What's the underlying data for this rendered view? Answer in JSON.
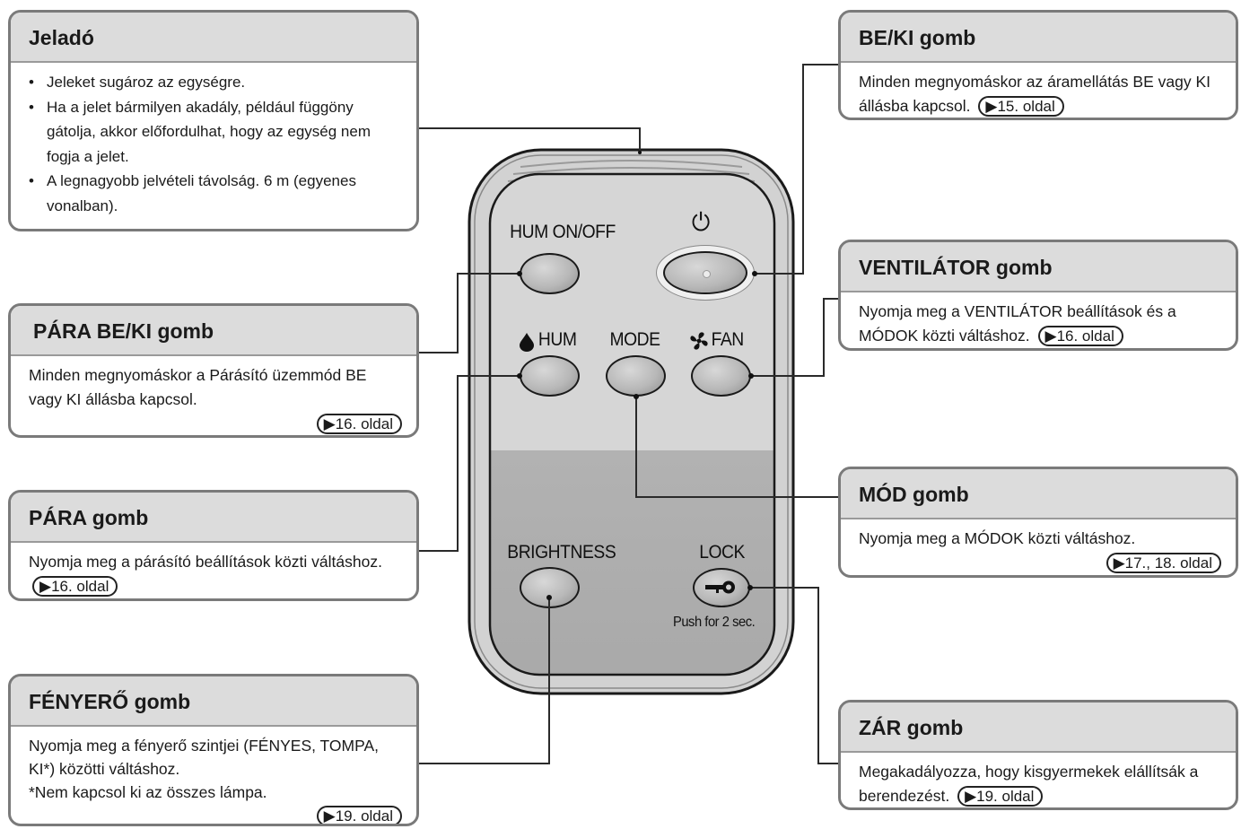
{
  "transmitter": {
    "title": "Jeladó",
    "bullets": [
      "Jeleket sugároz az egységre.",
      "Ha a jelet bármilyen akadály, például függöny gátolja, akkor előfordulhat, hogy az egység nem fogja a jelet.",
      "A legnagyobb jelvételi távolság. 6 m (egyenes vonalban)."
    ]
  },
  "hum_onoff_box": {
    "title": "PÁRA BE/KI gomb",
    "text": "Minden megnyomáskor a Párásító üzemmód BE vagy KI állásba kapcsol.",
    "ref": "▶16. oldal"
  },
  "hum_box": {
    "title": "PÁRA gomb",
    "text": "Nyomja meg a párásító beállítások közti váltáshoz.",
    "ref": "▶16. oldal"
  },
  "brightness_box": {
    "title": "FÉNYERŐ gomb",
    "text1": "Nyomja meg a fényerő szintjei (FÉNYES, TOMPA, KI*) közötti váltáshoz.",
    "text2": "*Nem kapcsol ki az összes lámpa.",
    "ref": "▶19. oldal"
  },
  "power_box": {
    "title": "BE/KI gomb",
    "text": "Minden megnyomáskor az áramellátás BE vagy KI állásba kapcsol.",
    "ref": "▶15. oldal"
  },
  "fan_box": {
    "title": "VENTILÁTOR gomb",
    "text": "Nyomja meg a VENTILÁTOR beállítások és a MÓDOK közti váltáshoz.",
    "ref": "▶16. oldal"
  },
  "mode_box": {
    "title": "MÓD gomb",
    "text": "Nyomja meg a MÓDOK közti váltáshoz.",
    "ref": "▶17., 18. oldal"
  },
  "lock_box": {
    "title": "ZÁR gomb",
    "text": "Megakadályozza, hogy kisgyermekek elállítsák a berendezést.",
    "ref": "▶19. oldal"
  },
  "remote": {
    "hum_onoff_label": "HUM ON/OFF",
    "power_symbol": "⏻",
    "hum_label": "HUM",
    "mode_label": "MODE",
    "fan_label": "FAN",
    "brightness_label": "BRIGHTNESS",
    "lock_label": "LOCK",
    "lock_hint": "Push for 2 sec."
  },
  "colors": {
    "box_border": "#7a7a7a",
    "header_bg": "#dcdcdc",
    "remote_body": "#d0d0d0",
    "remote_lower": "#b4b4b4"
  },
  "icons": [
    "drop-icon",
    "fan-icon",
    "power-icon",
    "key-icon"
  ]
}
